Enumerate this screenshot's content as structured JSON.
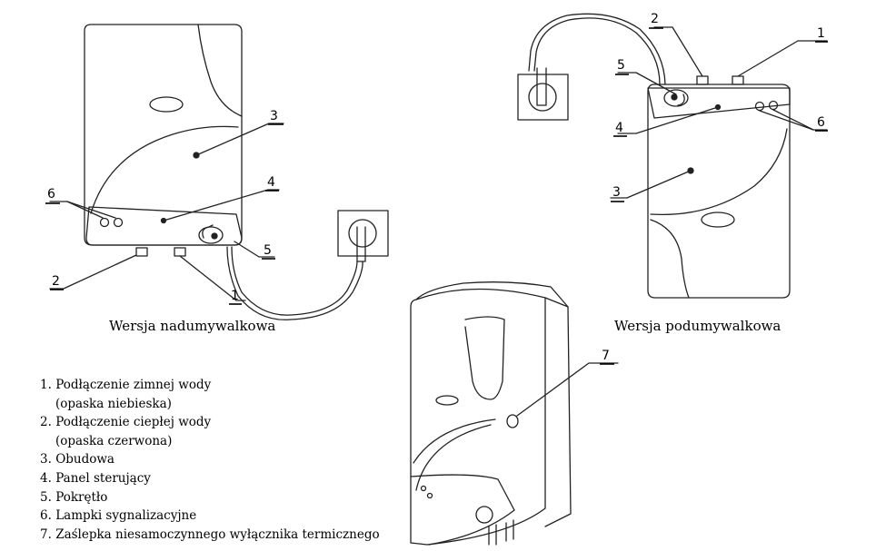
{
  "captions": {
    "above_sink": "Wersja nadumywalkowa",
    "under_sink": "Wersja podumywalkowa"
  },
  "callouts": {
    "left": [
      "3",
      "4",
      "5",
      "6",
      "2",
      "1"
    ],
    "right": [
      "2",
      "1",
      "5",
      "4",
      "6",
      "3"
    ],
    "bottom": [
      "7"
    ]
  },
  "legend": [
    {
      "number": "1.",
      "text": "Podłączenie zimnej wody",
      "detail": "(opaska niebieska)"
    },
    {
      "number": "2.",
      "text": "Podłączenie ciepłej wody",
      "detail": "(opaska czerwona)"
    },
    {
      "number": "3.",
      "text": "Obudowa",
      "detail": ""
    },
    {
      "number": "4.",
      "text": "Panel sterujący",
      "detail": ""
    },
    {
      "number": "5.",
      "text": "Pokrętło",
      "detail": ""
    },
    {
      "number": "6.",
      "text": "Lampki sygnalizacyjne",
      "detail": ""
    },
    {
      "number": "7.",
      "text": "Zaślepka niesamoczynnego wyłącznika termicznego",
      "detail": ""
    }
  ]
}
